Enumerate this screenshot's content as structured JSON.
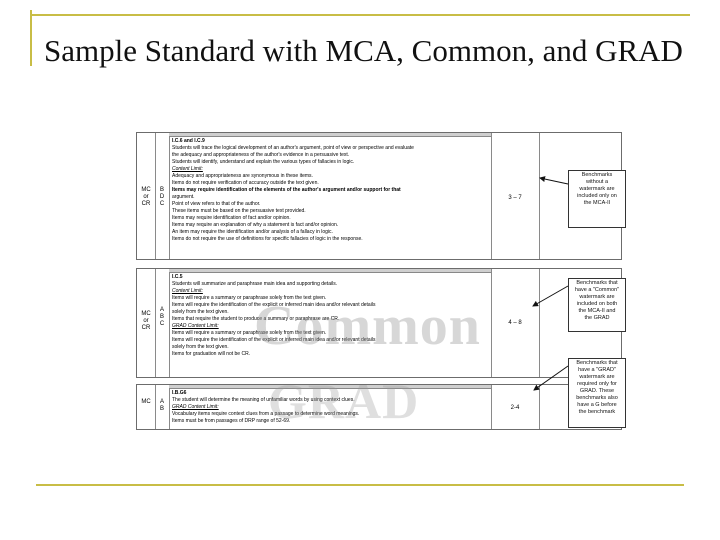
{
  "slide": {
    "title": "Sample Standard with MCA, Common, and GRAD"
  },
  "blocks": [
    {
      "mode": [
        "MC",
        "or",
        "CR"
      ],
      "levels": [
        "B",
        "D",
        "C"
      ],
      "range": "3 – 7",
      "lines": [
        {
          "t": "I.C.6 and I.C.9",
          "s": "b"
        },
        {
          "t": "Students will trace the logical development of an author's argument, point of view or perspective and evaluate",
          "s": ""
        },
        {
          "t": "the adequacy and appropriateness of the author's evidence in a persuasive text.",
          "s": ""
        },
        {
          "t": "Students will identify, understand and explain the various types of fallacies in logic.",
          "s": ""
        },
        {
          "t": "Content Limit:",
          "s": "i"
        },
        {
          "t": "Adequacy and appropriateness are synonymous in these items.",
          "s": ""
        },
        {
          "t": "Items do not require verification of accuracy outside the text given.",
          "s": ""
        },
        {
          "t": "Items may require identification of the elements of the author's argument and/or support for that",
          "s": "b"
        },
        {
          "t": "argument.",
          "s": ""
        },
        {
          "t": "Point of view refers to that of the author.",
          "s": ""
        },
        {
          "t": "These items must be based on the persuasive text provided.",
          "s": ""
        },
        {
          "t": "Items may require identification of fact and/or opinion.",
          "s": ""
        },
        {
          "t": "Items may require an explanation of why a statement is fact and/or opinion.",
          "s": ""
        },
        {
          "t": "An item may require the identification and/or analysis of a fallacy in logic.",
          "s": ""
        },
        {
          "t": "Items do not require the use of definitions for specific fallacies of logic in the response.",
          "s": ""
        }
      ]
    },
    {
      "mode": [
        "MC",
        "or",
        "CR"
      ],
      "levels": [
        "A",
        "B",
        "C"
      ],
      "range": "4 – 8",
      "lines": [
        {
          "t": "I.C.5",
          "s": "b"
        },
        {
          "t": "Students will summarize and paraphrase main idea and supporting details.",
          "s": ""
        },
        {
          "t": "Content Limit:",
          "s": "i"
        },
        {
          "t": "Items will require a summary or paraphrase solely from the text given.",
          "s": ""
        },
        {
          "t": "Items will require the identification of the explicit or inferred main idea and/or relevant details",
          "s": ""
        },
        {
          "t": "solely from the text given.",
          "s": ""
        },
        {
          "t": "Items that require the student to produce a summary or paraphrase are CR.",
          "s": ""
        },
        {
          "t": "GRAD Content Limit:",
          "s": "i"
        },
        {
          "t": "Items will require a summary or paraphrase solely from the text given.",
          "s": ""
        },
        {
          "t": "Items will require the identification of the explicit or inferred main idea and/or relevant details",
          "s": ""
        },
        {
          "t": "solely from the text given.",
          "s": ""
        },
        {
          "t": "Items for graduation will not be CR.",
          "s": ""
        }
      ]
    },
    {
      "mode": [
        "MC"
      ],
      "levels": [
        "A",
        "B"
      ],
      "range": "2-4",
      "lines": [
        {
          "t": "I.B.G6",
          "s": "b"
        },
        {
          "t": "The student will determine the meaning of unfamiliar words by using context clues.",
          "s": ""
        },
        {
          "t": "GRAD Content Limit:",
          "s": "i"
        },
        {
          "t": "Vocabulary items require context clues from a passage to determine word meanings.",
          "s": ""
        },
        {
          "t": "Items must be from passages of DRP range of 52-69.",
          "s": ""
        }
      ]
    }
  ],
  "watermarks": {
    "common": "Common",
    "grad": "GRAD"
  },
  "callouts": [
    {
      "lines": [
        "Benchmarks",
        "without a",
        "watermark are",
        "included only on",
        "the MCA-II"
      ]
    },
    {
      "lines": [
        "Benchmarks that",
        "have a \"Common\"",
        "watermark are",
        "included on both",
        "the MCA-II and",
        "the GRAD"
      ]
    },
    {
      "lines": [
        "Benchmarks that",
        "have a \"GRAD\"",
        "watermark are",
        "required only for",
        "GRAD. These",
        "benchmarks also",
        "have a G before",
        "the benchmark"
      ]
    }
  ]
}
